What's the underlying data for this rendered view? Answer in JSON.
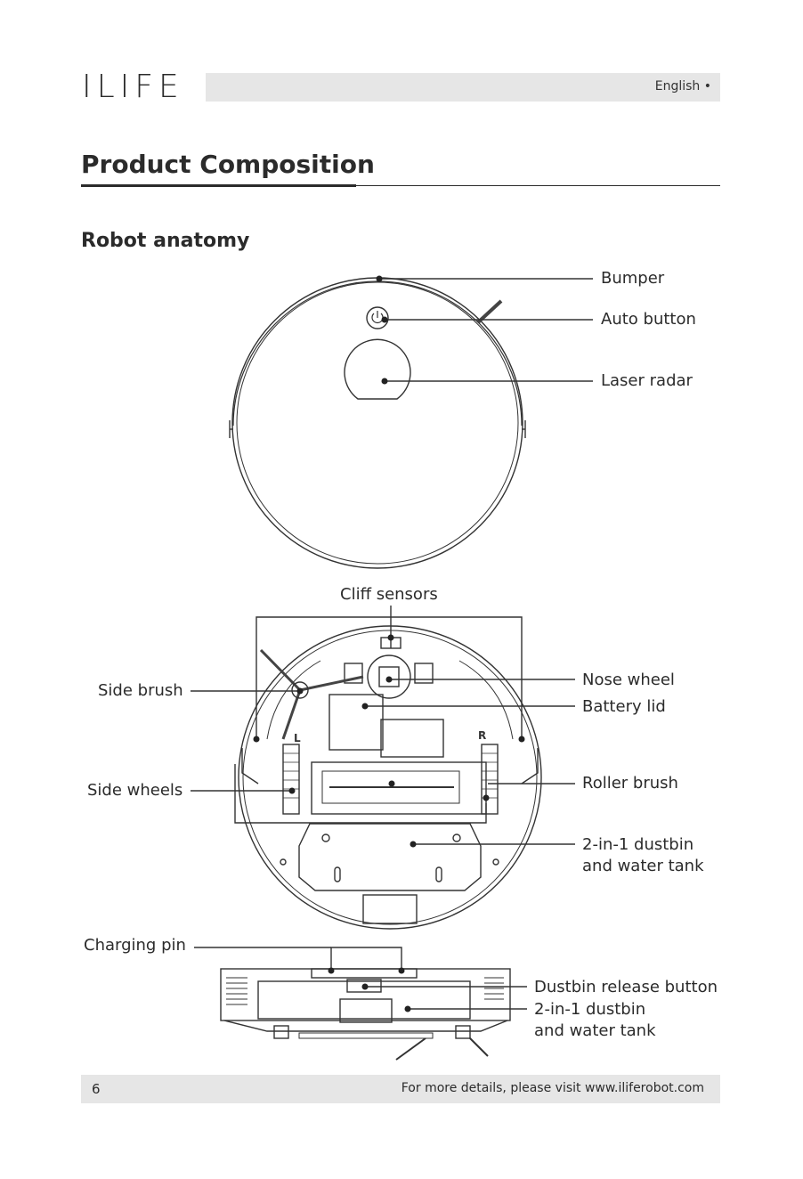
{
  "header": {
    "brand": "ILIFE",
    "language": "English •"
  },
  "page": {
    "title": "Product Composition",
    "subtitle": "Robot anatomy"
  },
  "labels": {
    "bumper": "Bumper",
    "auto_button": "Auto button",
    "laser_radar": "Laser radar",
    "cliff_sensors": "Cliff sensors",
    "side_brush": "Side brush",
    "nose_wheel": "Nose wheel",
    "battery_lid": "Battery lid",
    "side_wheels": "Side wheels",
    "roller_brush": "Roller brush",
    "dustbin_tank_1": "2-in-1 dustbin",
    "dustbin_tank_2": "and water tank",
    "charging_pin": "Charging pin",
    "dustbin_release": "Dustbin release button",
    "side_dustbin_1": "2-in-1 dustbin",
    "side_dustbin_2": "and water tank",
    "left_mark": "L",
    "right_mark": "R"
  },
  "footer": {
    "page_number": "6",
    "details": "For more details, please visit www.iliferobot.com"
  }
}
